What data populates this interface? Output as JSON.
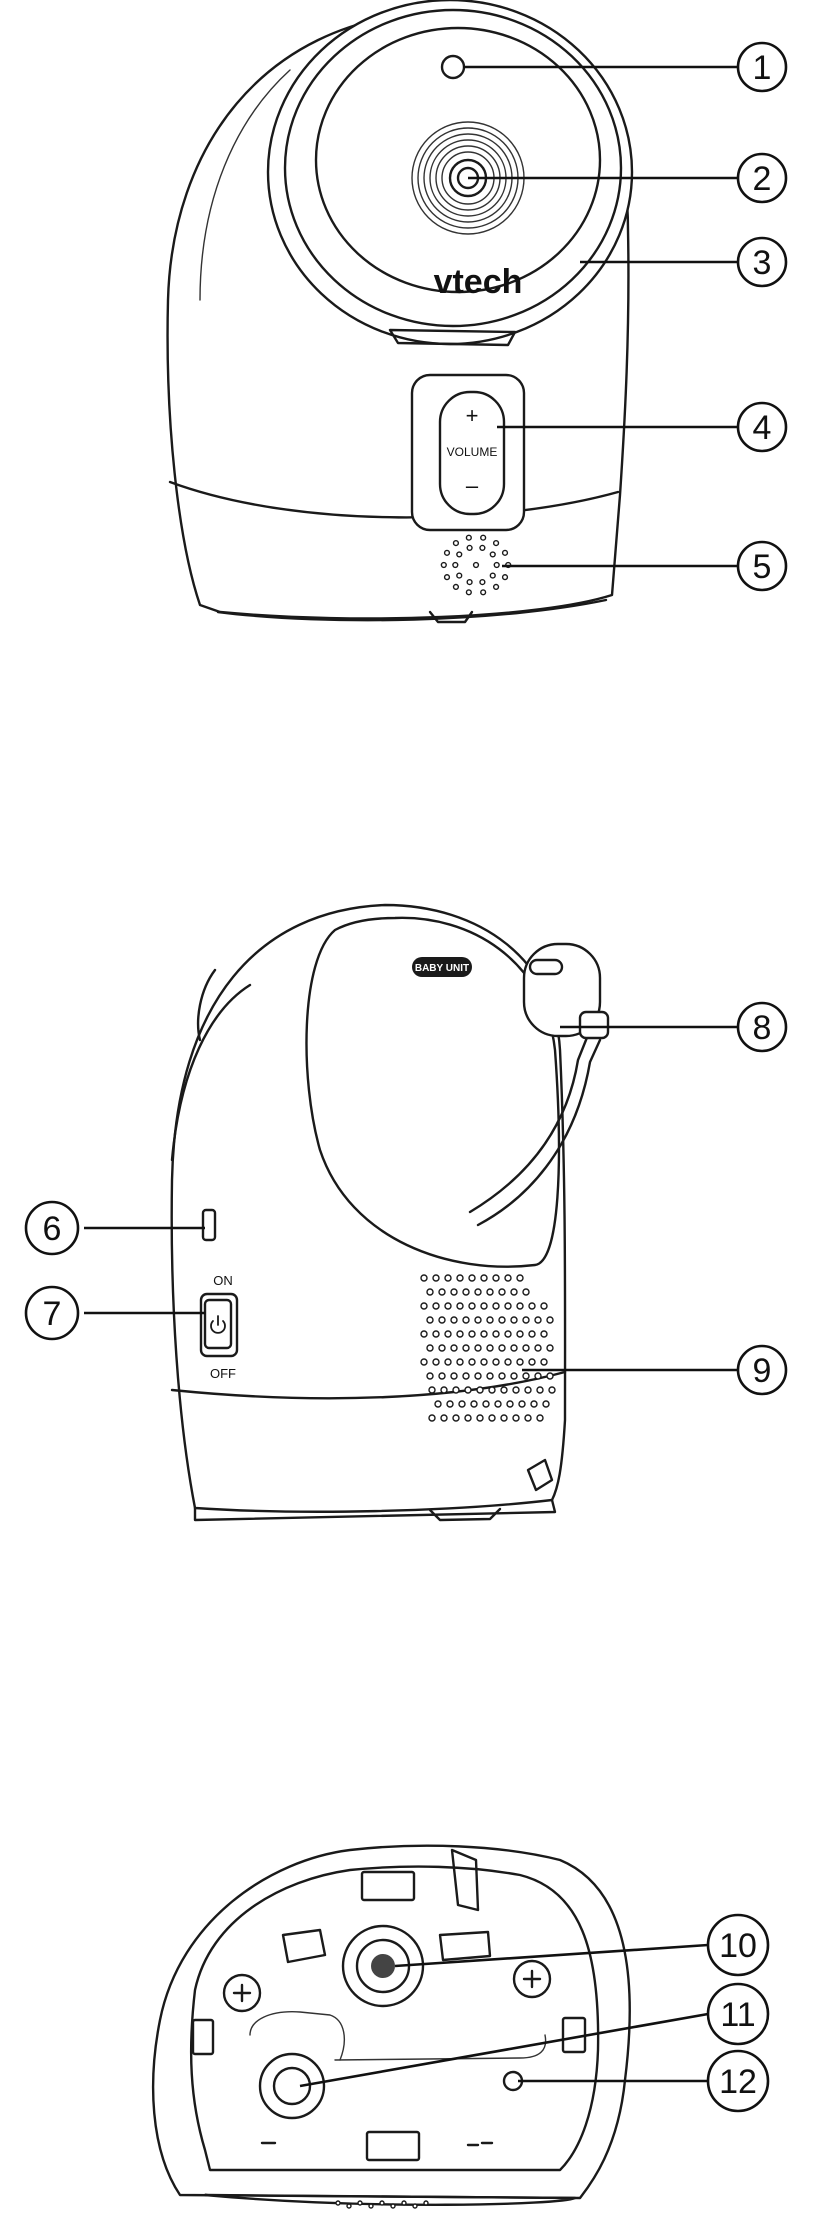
{
  "front_view": {
    "brand": "vtech",
    "volume_plus": "+",
    "volume_label": "VOLUME",
    "volume_minus": "–"
  },
  "side_view": {
    "badge": "BABY UNIT",
    "power_on": "ON",
    "power_off": "OFF"
  },
  "callouts": [
    "1",
    "2",
    "3",
    "4",
    "5",
    "6",
    "7",
    "8",
    "9",
    "10",
    "11",
    "12"
  ],
  "icons": [
    "power-icon",
    "screw-cross-icon"
  ]
}
